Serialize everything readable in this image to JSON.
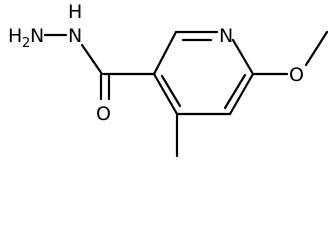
{
  "molecule": {
    "atoms": {
      "hydrazide_h": "H",
      "hydrazide_h_count": "2",
      "hydrazide_n_terminal": "N",
      "hydrazide_n_amide": "H",
      "hydrazide_nh_n": "N",
      "carbonyl_oxygen": "O",
      "ring_nitrogen": "N",
      "methoxy_oxygen": "O"
    }
  }
}
